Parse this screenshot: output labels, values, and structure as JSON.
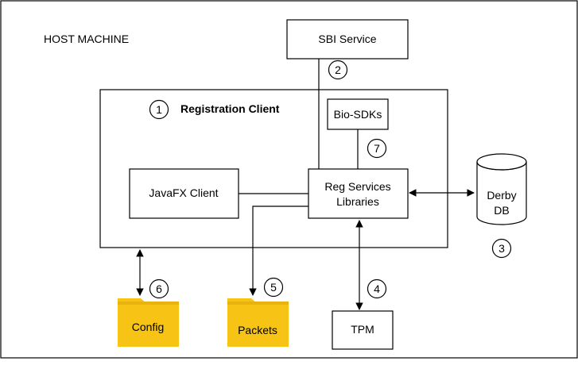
{
  "host": {
    "label": "HOST MACHINE"
  },
  "nodes": {
    "sbi": {
      "label": "SBI Service"
    },
    "client": {
      "label": "Registration Client"
    },
    "biosdk": {
      "label": "Bio-SDKs"
    },
    "javafx": {
      "label": "JavaFX Client"
    },
    "reg_services": {
      "line1": "Reg Services",
      "line2": "Libraries"
    },
    "derby": {
      "line1": "Derby",
      "line2": "DB"
    },
    "config": {
      "label": "Config"
    },
    "packets": {
      "label": "Packets"
    },
    "tpm": {
      "label": "TPM"
    }
  },
  "markers": {
    "m1": "1",
    "m2": "2",
    "m3": "3",
    "m4": "4",
    "m5": "5",
    "m6": "6",
    "m7": "7"
  },
  "colors": {
    "folder_fill": "#f7c416",
    "folder_shadow": "#e8b30e",
    "stroke": "#000000"
  }
}
